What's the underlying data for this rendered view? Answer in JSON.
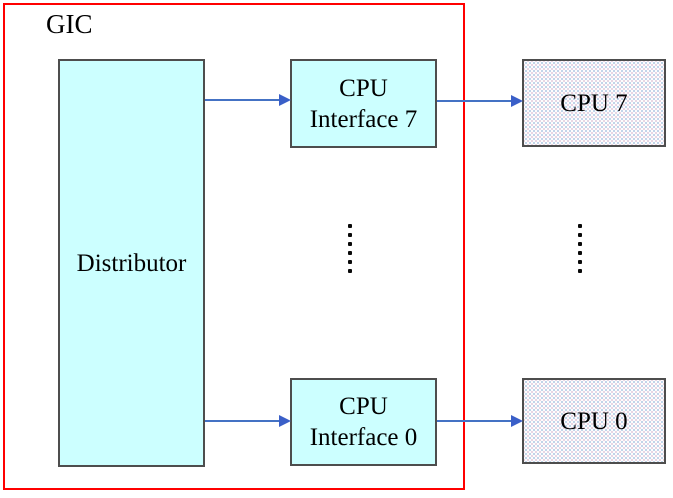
{
  "diagram": {
    "container_label": "GIC",
    "nodes": {
      "distributor": {
        "label": "Distributor"
      },
      "cpu_interface_7": {
        "line1": "CPU",
        "line2": "Interface 7"
      },
      "cpu_interface_0": {
        "line1": "CPU",
        "line2": "Interface 0"
      },
      "cpu_7": {
        "label": "CPU 7"
      },
      "cpu_0": {
        "label": "CPU 0"
      }
    },
    "edges": [
      {
        "from": "Distributor",
        "to": "CPU Interface 7"
      },
      {
        "from": "Distributor",
        "to": "CPU Interface 0"
      },
      {
        "from": "CPU Interface 7",
        "to": "CPU 7"
      },
      {
        "from": "CPU Interface 0",
        "to": "CPU 0"
      }
    ],
    "ellipsis_columns": 2,
    "ellipsis_dots_per_column": 6
  },
  "colors": {
    "gic_border": "#ff0000",
    "node_fill_cyan": "#ccffff",
    "node_border": "#4d4d4d",
    "cpu_fill_base": "#fdfdfd",
    "cpu_fill_dots": "#aec6e2",
    "arrow_blue": "#4472c4",
    "text": "#000000",
    "background": "#ffffff"
  }
}
